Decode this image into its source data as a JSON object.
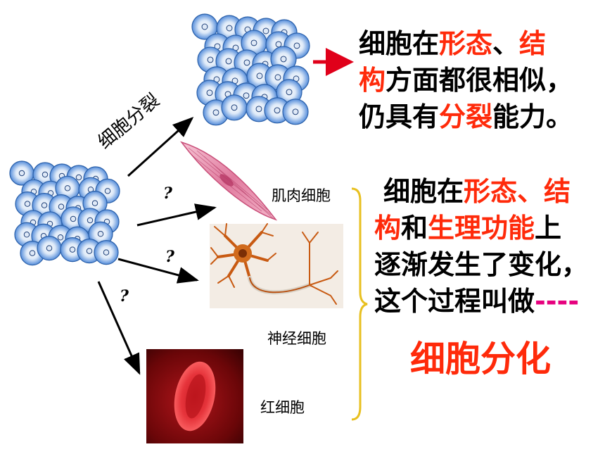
{
  "labels": {
    "division": "细胞分裂",
    "question_mark": "?",
    "muscle_cell": "肌肉细胞",
    "nerve_cell": "神经细胞",
    "red_cell": "红细胞"
  },
  "top_text": {
    "l1_a": "细胞在",
    "l1_b": "形态",
    "l1_c": "、",
    "l1_d": "结",
    "l2_a": "构",
    "l2_b": "方面都很相似，",
    "l3_a": "仍具有",
    "l3_b": "分裂",
    "l3_c": "能力。"
  },
  "bottom_text": {
    "l1_a": "细胞在",
    "l1_b": "形态、结",
    "l2_a": "构",
    "l2_b": "和",
    "l2_c": "生理功能",
    "l2_d": "上",
    "l3": "逐渐发生了变化，",
    "l4_a": "这个过程叫做",
    "l4_b": "----",
    "result": "细胞分化"
  },
  "colors": {
    "highlight": "#ff2a0a",
    "dash": "#e6007e",
    "cell_fill": "#3a7bd5",
    "brace": "#e8c020"
  },
  "icons": [
    "cell-cluster-icon",
    "muscle-cell-icon",
    "nerve-cell-icon",
    "red-blood-cell-icon"
  ]
}
